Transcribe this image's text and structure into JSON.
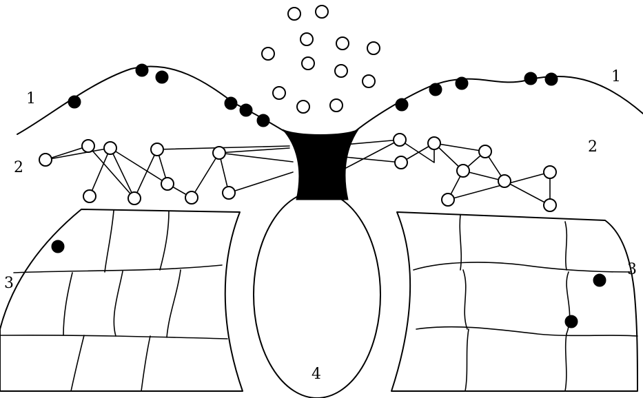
{
  "labels": {
    "one": "1",
    "two": "2",
    "three": "3",
    "four": "4"
  },
  "colors": {
    "ink": "#000000",
    "paper": "#ffffff"
  }
}
